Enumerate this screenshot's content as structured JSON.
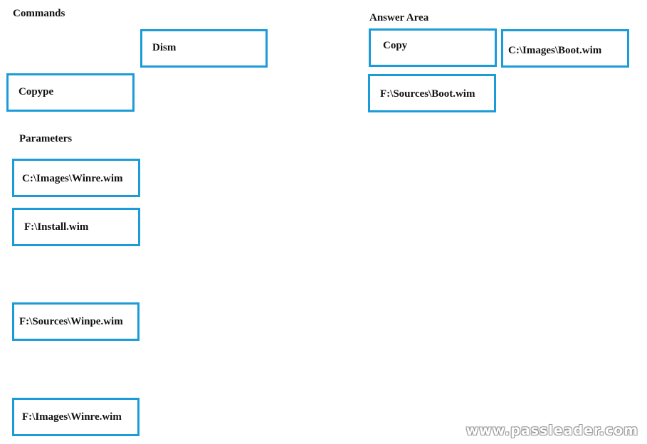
{
  "commands": {
    "heading": "Commands",
    "items": [
      {
        "label": "Dism"
      },
      {
        "label": "Copype"
      }
    ]
  },
  "parameters": {
    "heading": "Parameters",
    "items": [
      {
        "label": "C:\\Images\\Winre.wim"
      },
      {
        "label": "F:\\Install.wim"
      },
      {
        "label": "F:\\Sources\\Winpe.wim"
      },
      {
        "label": "F:\\Images\\Winre.wim"
      }
    ]
  },
  "answer_area": {
    "heading": "Answer Area",
    "items": [
      {
        "label": "Copy"
      },
      {
        "label": "C:\\Images\\Boot.wim"
      },
      {
        "label": "F:\\Sources\\Boot.wim"
      }
    ]
  },
  "watermark": "www.passleader.com",
  "colors": {
    "tile_border": "#1b9bd7"
  }
}
